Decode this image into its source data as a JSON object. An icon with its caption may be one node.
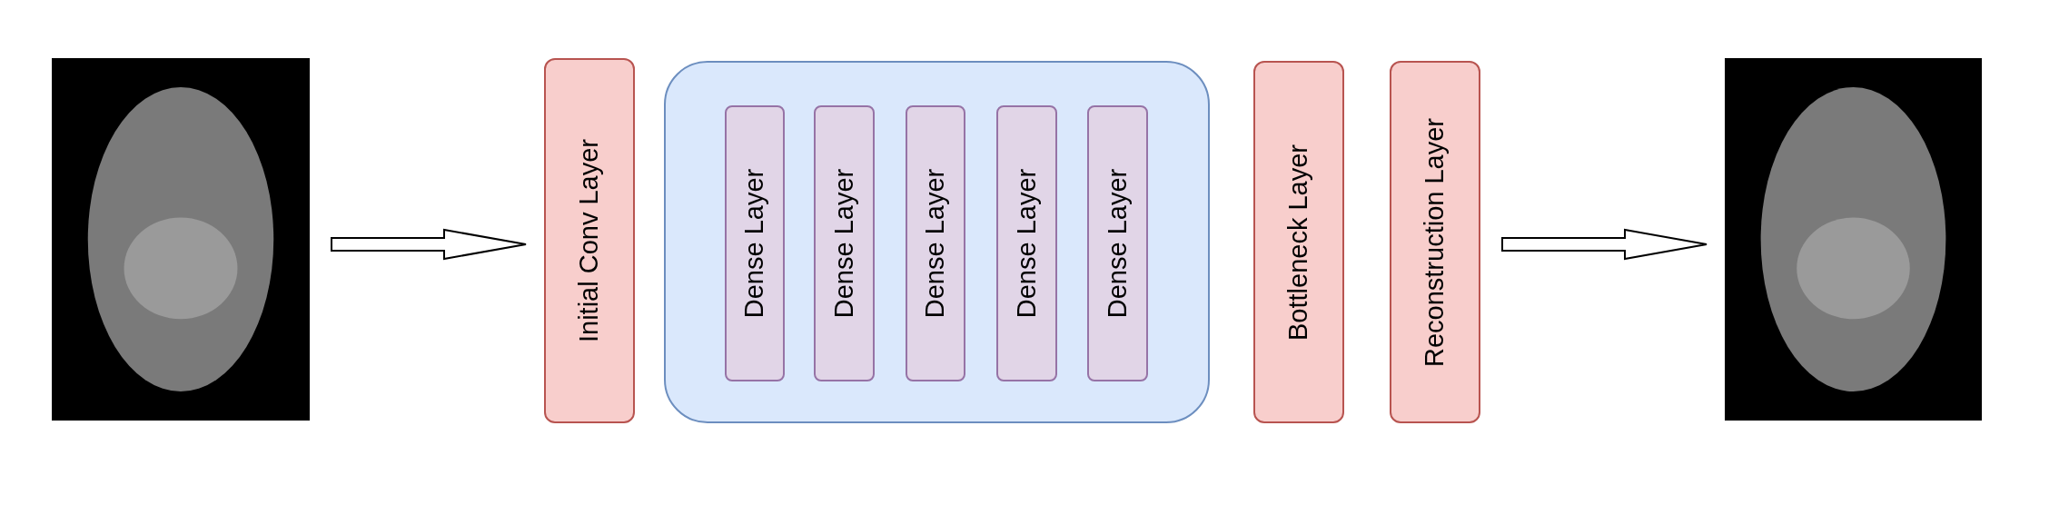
{
  "diagram": {
    "nodes": [
      {
        "text": [],
        "shape": "picture"
      },
      {
        "text": [
          "Initial Conv Layer"
        ]
      },
      {
        "text": [],
        "shape": "box"
      },
      {
        "text": [
          "Dense Layer"
        ],
        "in": 2
      },
      {
        "text": [
          "Dense Layer"
        ],
        "in": 2
      },
      {
        "text": [
          "Dense Layer"
        ],
        "in": 2
      },
      {
        "text": [
          "Dense Layer"
        ],
        "in": 2
      },
      {
        "text": [
          "Dense Layer"
        ],
        "in": 2
      },
      {
        "text": [
          "Bottleneck Layer"
        ]
      },
      {
        "text": [
          "Reconstruction Layer"
        ]
      },
      {
        "text": [],
        "shape": "picture"
      }
    ],
    "edges": [
      {
        "from": 0,
        "to": 1,
        "arrow": "to"
      },
      {
        "from": 9,
        "to": 10,
        "arrow": "to"
      }
    ]
  }
}
